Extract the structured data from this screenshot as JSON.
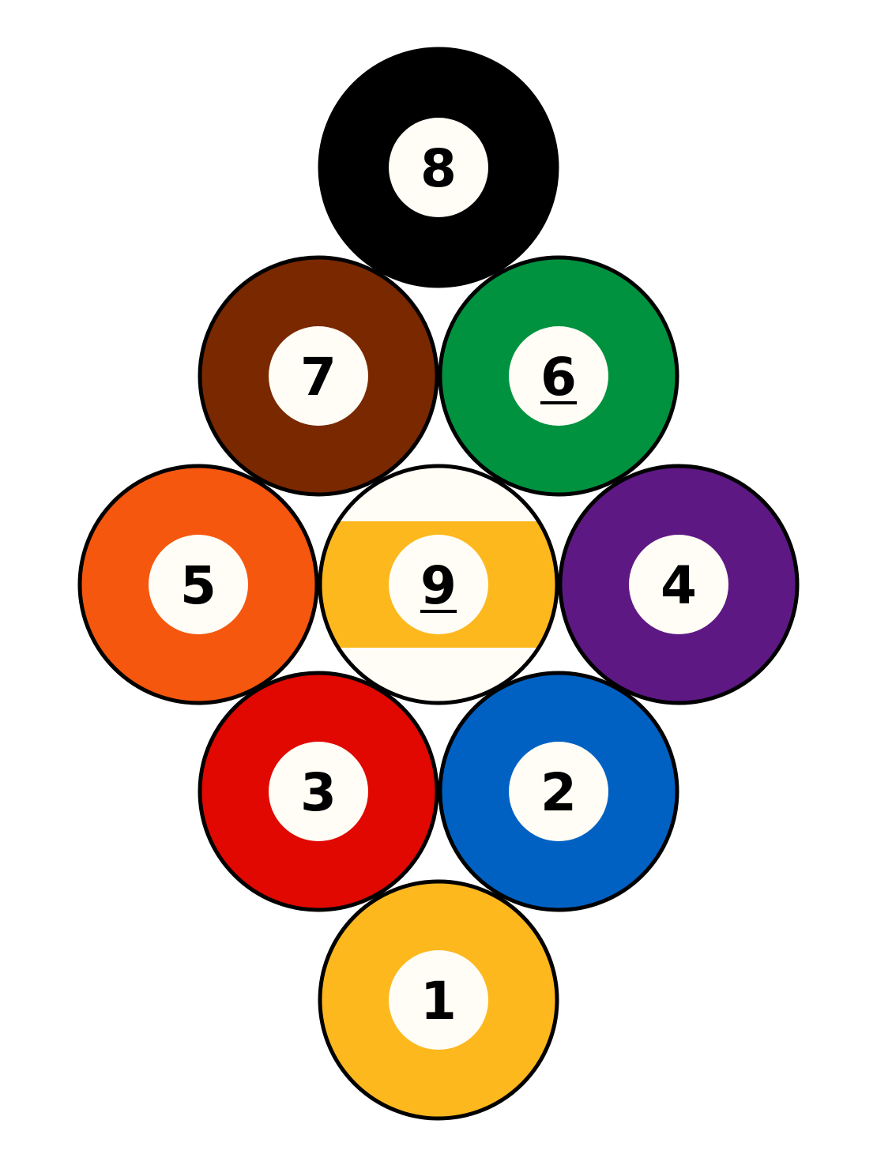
{
  "diagram": {
    "balls": [
      {
        "number": "8",
        "type": "solid",
        "color": "#000000",
        "underline": false
      },
      {
        "number": "7",
        "type": "solid",
        "color": "#7a2800",
        "underline": false
      },
      {
        "number": "6",
        "type": "solid",
        "color": "#00923f",
        "underline": true
      },
      {
        "number": "5",
        "type": "solid",
        "color": "#f5570e",
        "underline": false
      },
      {
        "number": "9",
        "type": "stripe",
        "color": "#fdb81e",
        "underline": true
      },
      {
        "number": "4",
        "type": "solid",
        "color": "#5e1884",
        "underline": false
      },
      {
        "number": "3",
        "type": "solid",
        "color": "#e00800",
        "underline": false
      },
      {
        "number": "2",
        "type": "solid",
        "color": "#0061c3",
        "underline": false
      },
      {
        "number": "1",
        "type": "solid",
        "color": "#fdb81e",
        "underline": false
      }
    ],
    "colors": {
      "outline": "#000000",
      "number_circle": "#fffdf6",
      "stripe_base": "#fffdf6",
      "background": "#ffffff"
    }
  }
}
